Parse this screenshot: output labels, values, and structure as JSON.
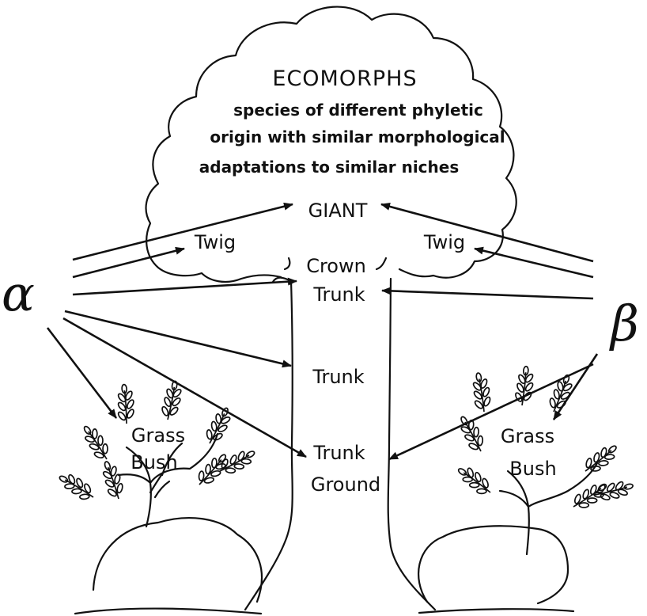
{
  "cloud": {
    "title": "ECOMORPHS",
    "description_lines": [
      "species of different phyletic",
      "origin with similar morphological",
      "adaptations  to similar niches"
    ]
  },
  "zones": {
    "giant": "GIANT",
    "twig_left": "Twig",
    "twig_right": "Twig",
    "crown": "Crown",
    "trunk_upper": "Trunk",
    "trunk_middle": "Trunk",
    "trunk_lower": "Trunk",
    "ground": "Ground",
    "grass_left": "Grass",
    "bush_left": "Bush",
    "grass_right": "Grass",
    "bush_right": "Bush"
  },
  "lineages": {
    "alpha": "α",
    "beta": "β"
  },
  "colors": {
    "ink": "#111111",
    "background": "#ffffff"
  }
}
